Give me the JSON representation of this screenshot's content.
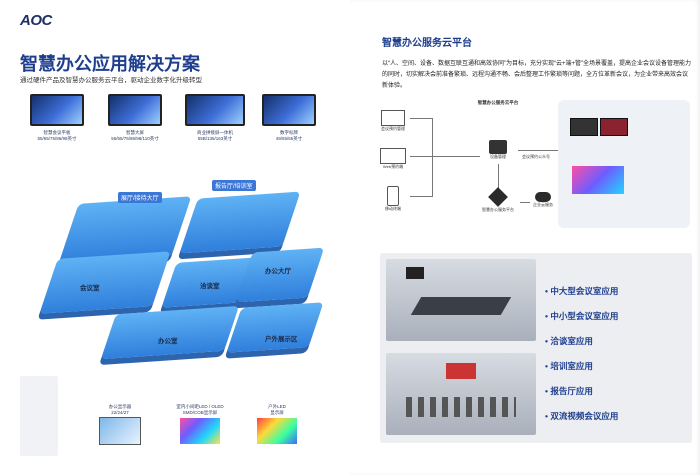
{
  "left": {
    "logo": "AOC",
    "title": "智慧办公应用解决方案",
    "subtitle": "通过硬件产品及智慧办公服务云平台，驱动企业数字化升级转型",
    "top_products": [
      {
        "name": "智慧会议平板",
        "sub": "55/65/75/86/98英寸"
      },
      {
        "name": "智慧大屏",
        "sub": "55/65/75/86/98/110英寸"
      },
      {
        "name": "商业拼接屏一体机",
        "sub": "55B/135/163英寸"
      },
      {
        "name": "数字标牌",
        "sub": "49/55/65英寸"
      }
    ],
    "area_labels": [
      "展厅/接待大厅",
      "报告厅/培训室",
      "会议室",
      "洽谈室",
      "办公大厅",
      "办公室",
      "户外展示区"
    ],
    "bottom_products": [
      {
        "name": "办公显示器",
        "sub": "22/24/27"
      },
      {
        "name": "室内小间距LED / OLED",
        "sub": "SMD/COB显示屏"
      },
      {
        "name": "户外LED",
        "sub": "显示屏"
      }
    ]
  },
  "right": {
    "title": "智慧办公服务云平台",
    "desc": "以“人、空间、设备、数据互联互通和高效协同”为目标，充分实现“云+端+管”全场景覆盖，提高企业会议设备管理能力的同时，切实解决会前准备繁琐、远程沟通不畅、会后整理工作繁琐等问题，全方位革新会议，为企业带来高效会议新体验。",
    "diagram": {
      "center": "智慧办公服务云平台",
      "nodes": [
        "会议预约管理",
        "Web预约端",
        "移动终端",
        "会议预约公众号",
        "设备管理",
        "企业云服务",
        "智慧办公服务平台"
      ]
    },
    "apps": [
      "中大型会议室应用",
      "中小型会议室应用",
      "洽谈室应用",
      "培训室应用",
      "报告厅应用",
      "双流视频会议应用"
    ]
  }
}
